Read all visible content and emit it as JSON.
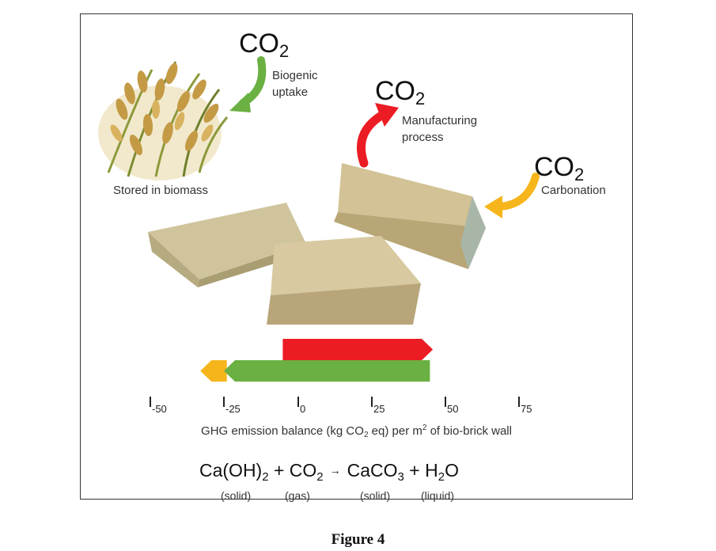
{
  "co2": {
    "main": "CO",
    "sub": "2"
  },
  "labels": {
    "biogenic": "Biogenic",
    "uptake": "uptake",
    "manufacturing": "Manufacturing",
    "process": "process",
    "carbonation": "Carbonation",
    "stored": "Stored in biomass"
  },
  "axis": {
    "ticks": [
      "-50",
      "-25",
      "0",
      "25",
      "50",
      "75"
    ],
    "title_a": "GHG emission balance (kg CO",
    "title_sub": "2",
    "title_b": " eq) per m",
    "title_sup": "2",
    "title_c": " of bio-brick wall"
  },
  "bars": {
    "manufacturing": {
      "color": "#ec1c24",
      "from": -5,
      "to": 46
    },
    "biogenic": {
      "color": "#6ab042",
      "from": -25,
      "to": 45
    },
    "carbonation": {
      "color": "#f7b51c",
      "from": -33,
      "to": -24
    }
  },
  "equation": {
    "t1": "Ca(OH)",
    "s1": "2",
    "t2": " + CO",
    "s2": "2",
    "arrow": "→",
    "t3": "CaCO",
    "s3": "3",
    "t4": " + H",
    "s4": "2",
    "t5": "O"
  },
  "states": [
    "(solid)",
    "(gas)",
    "(solid)",
    "(liquid)"
  ],
  "caption": "Figure 4"
}
